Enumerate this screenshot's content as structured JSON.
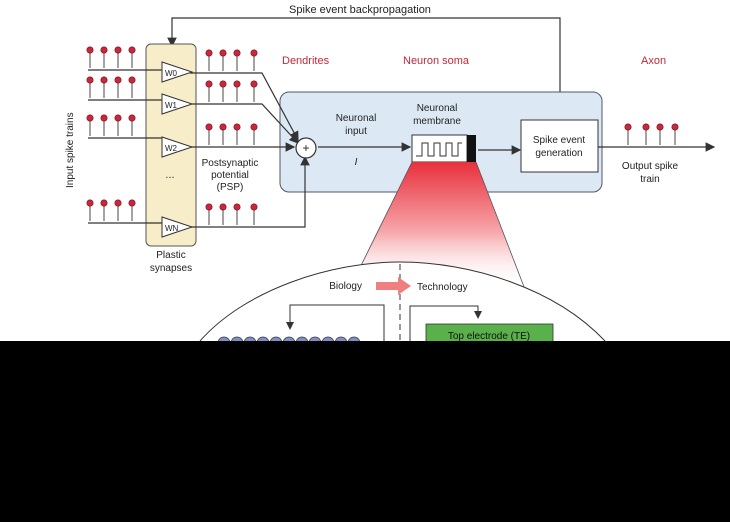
{
  "labels": {
    "backprop": "Spike event backpropagation",
    "input_trains": "Input spike trains",
    "dendrites": "Dendrites",
    "soma": "Neuron soma",
    "axon": "Axon",
    "neuronal_input_1": "Neuronal",
    "neuronal_input_2": "input",
    "input_symbol": "I",
    "membrane_1": "Neuronal",
    "membrane_2": "membrane",
    "spike_gen_1": "Spike event",
    "spike_gen_2": "generation",
    "psp_1": "Postsynaptic",
    "psp_2": "potential",
    "psp_3": "(PSP)",
    "synapses_1": "Plastic",
    "synapses_2": "synapses",
    "output_1": "Output spike",
    "output_2": "train",
    "biology": "Biology",
    "technology": "Technology",
    "top_electrode": "Top electrode (TE)",
    "ellipsis": "..."
  },
  "weights": [
    "W0",
    "W1",
    "W2",
    "WN"
  ],
  "colors": {
    "red_label": "#c0283a",
    "spike_head": "#c8283c",
    "soma_fill": "#dce9f5",
    "synapse_fill": "#f7edc8",
    "electrode": "#5ab04a",
    "arrow_pink": "#f08080"
  }
}
